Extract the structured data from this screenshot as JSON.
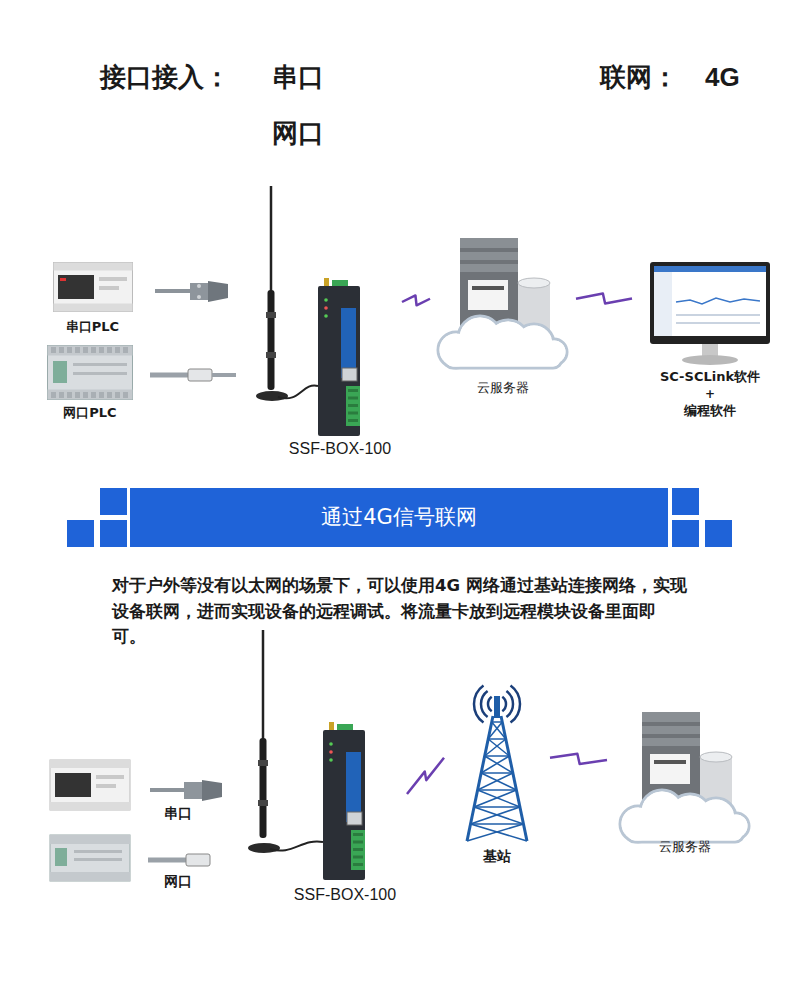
{
  "diagram": {
    "nodes": [
      {
        "text": [
          "串口PLC"
        ]
      },
      {
        "text": [
          "网口PLC"
        ]
      },
      {
        "text": [
          "SSF-BOX-100"
        ]
      },
      {
        "text": [
          "云服务器"
        ]
      },
      {
        "text": [
          "SC-SCLink软件",
          "+",
          "编程软件"
        ]
      },
      {
        "text": [
          "通过4G信号联网"
        ]
      },
      {
        "text": [
          "SSF-BOX-100"
        ]
      },
      {
        "text": [
          "基站"
        ]
      },
      {
        "text": [
          "云服务器"
        ]
      }
    ],
    "edges": [
      {
        "from": 2,
        "to": 3,
        "arrow": "none"
      },
      {
        "from": 3,
        "to": 4,
        "arrow": "none"
      },
      {
        "from": 6,
        "to": 7,
        "arrow": "none"
      },
      {
        "from": 7,
        "to": 8,
        "arrow": "none"
      }
    ],
    "labels": [
      "接口接入：",
      "串口",
      "网口",
      "联网：",
      "4G",
      "对于户外等没有以太网的场景下，可以使用4G 网络通过基站连接网络，实现设备联网，进而实现设备的远程调试。将流量卡放到远程模块设备里面即可。",
      "串口",
      "网口"
    ]
  }
}
